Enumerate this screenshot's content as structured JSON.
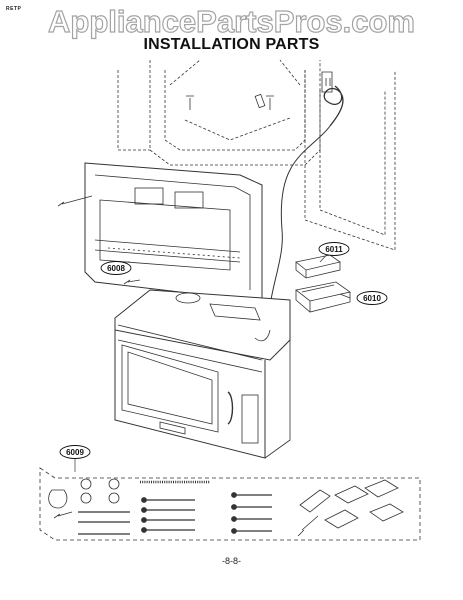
{
  "header": {
    "corner_code": "RETP",
    "watermark": "AppliancePartsPros.com",
    "title": "INSTALLATION PARTS"
  },
  "callouts": {
    "p6008": "6008",
    "p6011": "6011",
    "p6010": "6010",
    "p6009": "6009"
  },
  "footer": {
    "page_number": "-8-8-"
  }
}
